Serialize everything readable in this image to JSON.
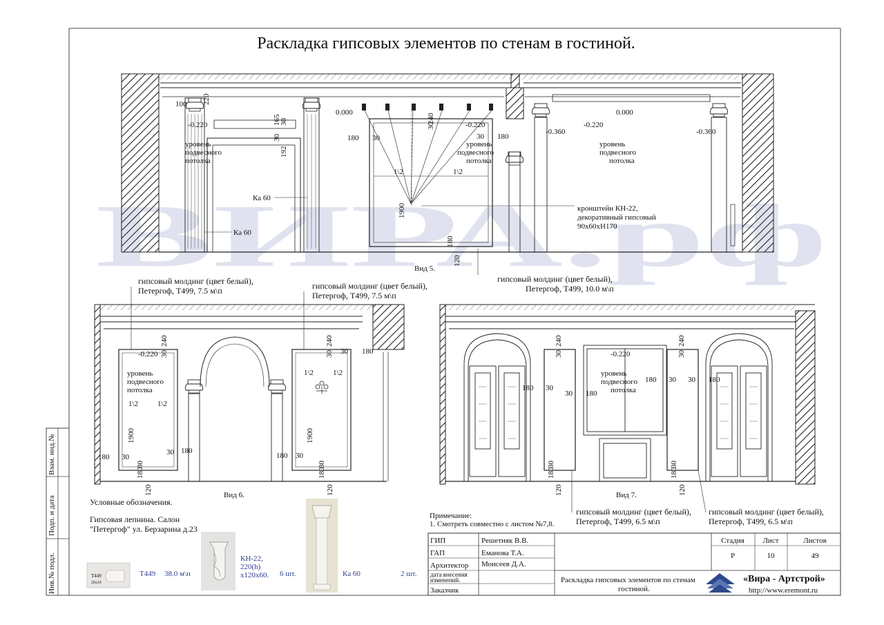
{
  "title": "Раскладка гипсовых элементов по стенам в гостиной.",
  "watermark": "ВИРА.рф",
  "side_stamp": {
    "inv_ref": "Взам. инд.№",
    "sign_date": "Подп. и дата",
    "inv_orig": "Инв.№ подл."
  },
  "view5": {
    "label": "Вид 5.",
    "dims": {
      "d100": "100",
      "d220": "220",
      "d0a": "0.000",
      "d0b": "0.000",
      "m220a": "-0.220",
      "m220b": "-0.220",
      "m220c": "-0.220",
      "m360a": "-0.360",
      "m360b": "-0.360",
      "d165": "165",
      "d30": "30",
      "d192": "192",
      "d180": "180",
      "d240": "240",
      "d1900": "1900",
      "d120": "120",
      "half": "1\\2"
    },
    "ceiling_note_1": "уровень",
    "ceiling_note_2": "подвесного",
    "ceiling_note_3": "потолка",
    "ka60": "Ка 60",
    "bracket_1": "кронштейн КН-22,",
    "bracket_2": "декоративный гипсовый",
    "bracket_3": "90х60хН170",
    "molding_1": "гипсовый молдинг  (цвет белый),",
    "molding_2": "Петергоф, Т499, 10.0 м\\п"
  },
  "view6": {
    "label": "Вид 6.",
    "molding_a_1": "гипсовый молдинг  (цвет белый),",
    "molding_a_2": "Петергоф, Т499, 7.5 м\\п",
    "molding_b_1": "гипсовый молдинг  (цвет белый),",
    "molding_b_2": "Петергоф, Т499, 7.5 м\\п"
  },
  "view7": {
    "label": "Вид 7.",
    "molding_a_1": "гипсовый молдинг  (цвет белый),",
    "molding_a_2": "Петергоф, Т499, 6.5 м\\п",
    "molding_b_1": "гипсовый молдинг  (цвет белый),",
    "molding_b_2": "Петергоф, Т499, 6.5 м\\п"
  },
  "legend": {
    "heading": "Условные обозначения.",
    "source_1": "Гипсовая лепнина. Салон",
    "source_2": "\"Петергоф\" ул. Берзарина д.23",
    "item1_thumb": "Т449",
    "item1_thumb_sub": "20х16",
    "item1_code": "Т449",
    "item1_qty": "38.0 м\\п",
    "item2_code_1": "КН-22,",
    "item2_code_2": "220(h)",
    "item2_code_3": "х120х60.",
    "item2_qty": "6 шт.",
    "item3_code": "Ка 60",
    "item3_qty": "2 шт."
  },
  "note": {
    "heading": "Примечание:",
    "line1": "1. Смотреть совместно с листом №7,8."
  },
  "stamp": {
    "rows": [
      {
        "role": "ГИП",
        "name": "Решетняк В.В."
      },
      {
        "role": "ГАП",
        "name": "Еманова Т.А."
      },
      {
        "role": "Архитектор",
        "name": "Моисеев Д.А."
      }
    ],
    "changes_1": "дата  внесения",
    "changes_2": "изменений.",
    "customer": "Заказчик",
    "stage_h": "Стадия",
    "sheet_h": "Лист",
    "sheets_h": "Листов",
    "stage": "Р",
    "sheet": "10",
    "sheets": "49",
    "sheet_title_1": "Раскладка гипсовых элементов по стенам",
    "sheet_title_2": "гостиной.",
    "company": "«Вира - Артстрой»",
    "url": "http://www.eremont.ru"
  },
  "colors": {
    "watermark": "#c7cde3",
    "legend_text": "#2f3f8f",
    "logo": "#2e4a8c"
  }
}
